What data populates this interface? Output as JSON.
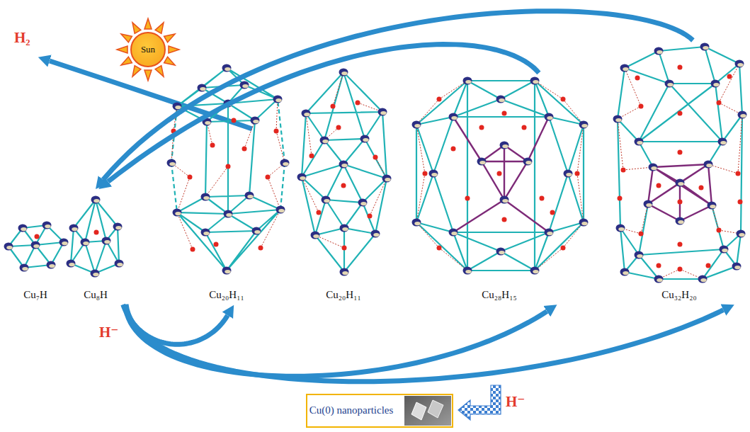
{
  "diagram": {
    "nodes": [
      {
        "text": [
          "Sun"
        ]
      },
      {
        "text": [
          "Cu₇H"
        ]
      },
      {
        "text": [
          "Cu₈H"
        ]
      },
      {
        "text": [
          "Cu₂₀H₁₁"
        ]
      },
      {
        "text": [
          "Cu₂₀H₁₁"
        ]
      },
      {
        "text": [
          "Cu₂₈H₁₅"
        ]
      },
      {
        "text": [
          "Cu₃₂H₂₀"
        ]
      },
      {
        "text": [
          "Cu(0) nanoparticles"
        ]
      }
    ],
    "edges": [
      {
        "from": 5,
        "to": 2,
        "arrow": "to"
      },
      {
        "from": 6,
        "to": 2,
        "arrow": "to"
      },
      {
        "from": 2,
        "to": 3,
        "arrow": "to"
      },
      {
        "from": 2,
        "to": 5,
        "arrow": "to"
      },
      {
        "from": 2,
        "to": 6,
        "arrow": "to"
      }
    ],
    "labels": [
      "H₂",
      "H⁻",
      "H⁻"
    ]
  }
}
